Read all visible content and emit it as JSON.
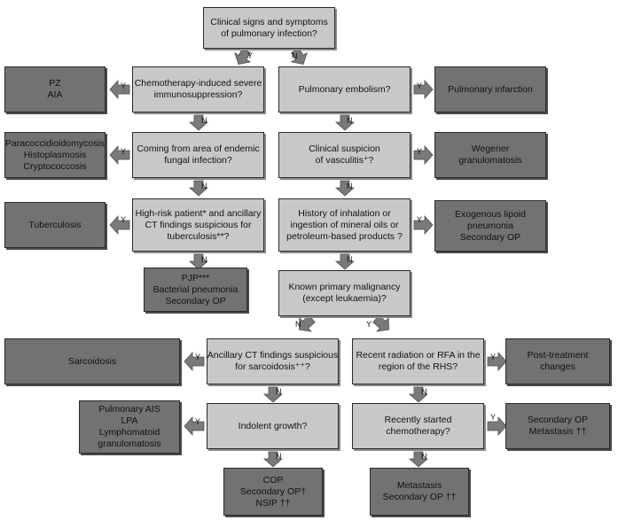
{
  "questions": [
    {
      "id": "q_infection",
      "lines": [
        "Clinical signs and symptoms",
        "of pulmonary infection?"
      ]
    },
    {
      "id": "q_chemo",
      "lines": [
        "Chemotherapy-induced severe",
        "immunosuppression?"
      ]
    },
    {
      "id": "q_embolism",
      "lines": [
        "Pulmonary embolism?"
      ]
    },
    {
      "id": "q_fungal",
      "lines": [
        "Coming from area of endemic",
        "fungal infection?"
      ]
    },
    {
      "id": "q_vasculitis",
      "lines": [
        "Clinical suspicion",
        "of vasculitis⁺?"
      ]
    },
    {
      "id": "q_highrisk",
      "lines": [
        "High-risk patient* and ancillary",
        "CT findings suspicious for",
        "tuberculosis**?"
      ]
    },
    {
      "id": "q_inhalation",
      "lines": [
        "History of inhalation or",
        "ingestion of mineral oils or",
        "petroleum-based products ?"
      ]
    },
    {
      "id": "q_malignancy",
      "lines": [
        "Known primary malignancy",
        "(except leukaemia)?"
      ]
    },
    {
      "id": "q_sarcoid",
      "lines": [
        "Ancillary CT findings suspicious",
        "for sarcoidosis⁺⁺?"
      ]
    },
    {
      "id": "q_radiation",
      "lines": [
        "Recent radiation or RFA in the",
        "region of the RHS?"
      ]
    },
    {
      "id": "q_indolent",
      "lines": [
        "Indolent growth?"
      ]
    },
    {
      "id": "q_chemostart",
      "lines": [
        "Recently started",
        "chemotherapy?"
      ]
    }
  ],
  "outcomes": [
    {
      "id": "o_pz",
      "lines": [
        "PZ",
        "AIA"
      ]
    },
    {
      "id": "o_infarction",
      "lines": [
        "Pulmonary infarction"
      ]
    },
    {
      "id": "o_fungal",
      "lines": [
        "Paracoccidioidomycosis",
        "Histoplasmosis",
        "Cryptococcosis"
      ]
    },
    {
      "id": "o_wegener",
      "lines": [
        "Wegener",
        "granulomatosis"
      ]
    },
    {
      "id": "o_tb",
      "lines": [
        "Tuberculosis"
      ]
    },
    {
      "id": "o_lipoid",
      "lines": [
        "Exogenous lipoid",
        "pneumonia",
        "Secondary OP"
      ]
    },
    {
      "id": "o_pjp",
      "lines": [
        "PJP***",
        "Bacterial pneumonia",
        "Secondary  OP"
      ]
    },
    {
      "id": "o_sarcoid",
      "lines": [
        "Sarcoidosis"
      ]
    },
    {
      "id": "o_posttreat",
      "lines": [
        "Post-treatment",
        "changes"
      ]
    },
    {
      "id": "o_ais",
      "lines": [
        "Pulmonary AIS",
        "LPA",
        "Lymphomatoid",
        "granulomatosis"
      ]
    },
    {
      "id": "o_secop_met",
      "lines": [
        "Secondary OP",
        "Metastasis ††"
      ]
    },
    {
      "id": "o_cop",
      "lines": [
        "COP",
        "Secondary OP†",
        "NSIP ††"
      ]
    },
    {
      "id": "o_metastasis",
      "lines": [
        "Metastasis",
        "Secondary OP ††"
      ]
    }
  ],
  "labels": {
    "yes": "Y",
    "no": "N"
  }
}
